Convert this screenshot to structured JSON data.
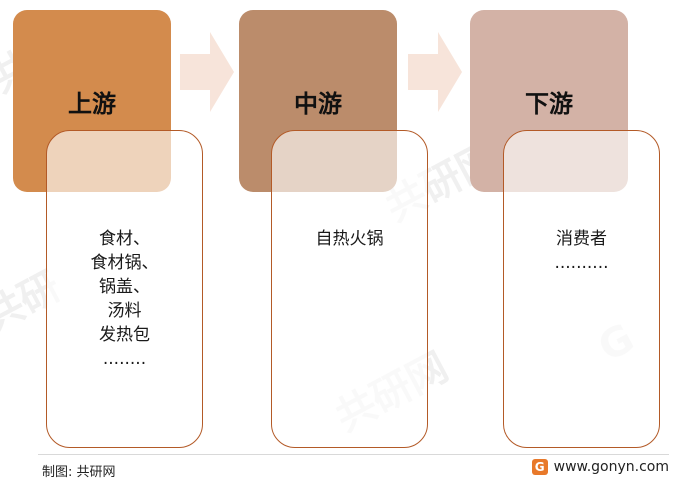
{
  "stages": [
    {
      "title": "上游",
      "color": "#d38b4d",
      "lines": [
        "食材、",
        "食材锅、",
        "锅盖、",
        "汤料",
        "发热包",
        "........"
      ]
    },
    {
      "title": "中游",
      "color": "#bb8c6b",
      "lines": [
        "自热火锅"
      ]
    },
    {
      "title": "下游",
      "color": "#d3b2a6",
      "lines": [
        "消费者",
        ".........."
      ]
    }
  ],
  "colors": {
    "arrow": "#f7e4da",
    "border": "#b35a27"
  },
  "footer": {
    "source": "制图: 共研网",
    "website": "www.gonyn.com",
    "logo_char": "G"
  }
}
